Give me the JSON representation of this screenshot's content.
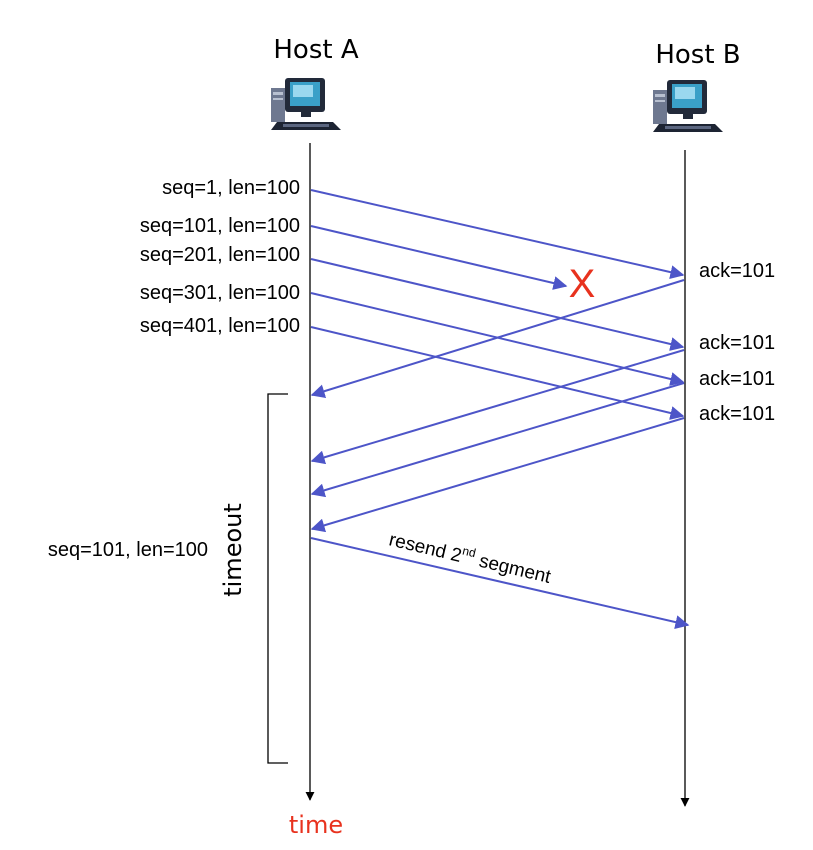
{
  "hosts": {
    "a": {
      "label": "Host A"
    },
    "b": {
      "label": "Host B"
    }
  },
  "segments": [
    {
      "label": "seq=1, len=100"
    },
    {
      "label": "seq=101, len=100"
    },
    {
      "label": "seq=201, len=100"
    },
    {
      "label": "seq=301, len=100"
    },
    {
      "label": "seq=401, len=100"
    }
  ],
  "acks": [
    {
      "label": "ack=101"
    },
    {
      "label": "ack=101"
    },
    {
      "label": "ack=101"
    },
    {
      "label": "ack=101"
    }
  ],
  "loss_mark": "X",
  "resend": {
    "segment_label": "seq=101, len=100",
    "note_prefix": "resend 2",
    "note_superscript": "nd",
    "note_suffix": " segment"
  },
  "timeout_label": "timeout",
  "time_label": "time",
  "colors": {
    "arrow": "#4d55c8",
    "accent": "#e8321e",
    "timeline": "#000000"
  },
  "icons": {
    "host": "computer-icon"
  }
}
